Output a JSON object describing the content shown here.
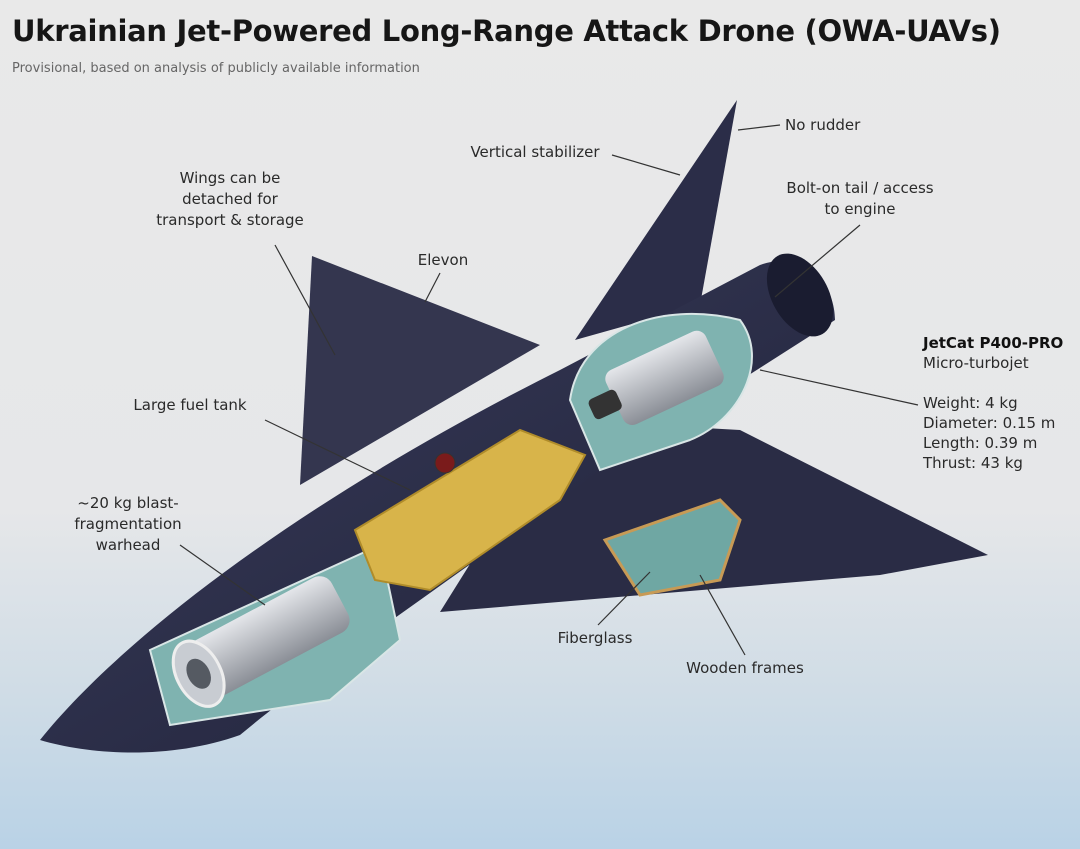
{
  "title": "Ukrainian Jet-Powered Long-Range Attack Drone (OWA-UAVs)",
  "subtitle": "Provisional, based on analysis of publicly available information",
  "labels": {
    "no_rudder": "No rudder",
    "vertical_stabilizer": "Vertical stabilizer",
    "wings": [
      "Wings can be",
      "detached for",
      "transport & storage"
    ],
    "elevon": "Elevon",
    "bolt_on_tail": [
      "Bolt-on tail / access",
      "to engine"
    ],
    "fuel_tank": "Large fuel tank",
    "warhead": [
      "~20 kg blast-",
      "fragmentation",
      "warhead"
    ],
    "fiberglass": "Fiberglass",
    "wooden_frames": "Wooden frames"
  },
  "engine": {
    "name": "JetCat P400-PRO",
    "type": "Micro-turbojet",
    "specs": [
      "Weight: 4 kg",
      "Diameter: 0.15 m",
      "Length: 0.39 m",
      "Thrust: 43 kg"
    ]
  },
  "colors": {
    "body": "#2c2f4a",
    "fuel": "#d8b44a",
    "cutout": "#7fb3b0",
    "metal": "#b8bcc2"
  }
}
